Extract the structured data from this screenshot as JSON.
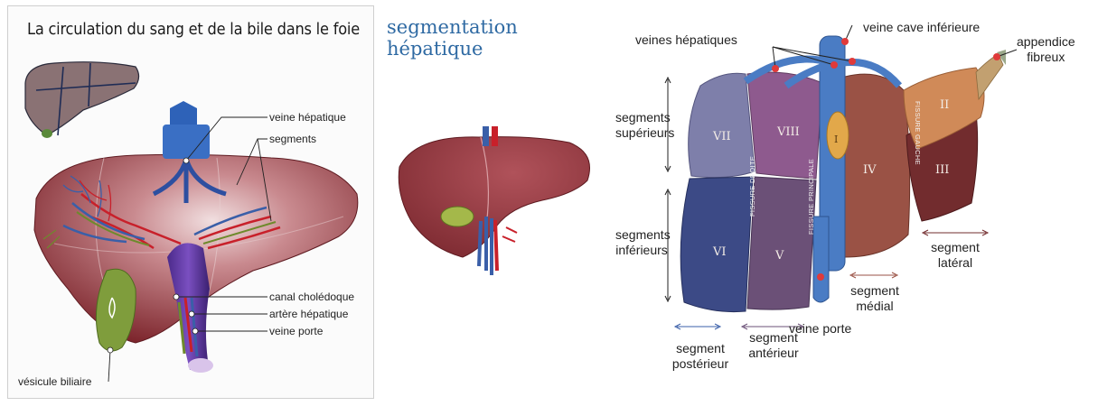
{
  "left": {
    "title": "La circulation du sang et de la bile dans le foie",
    "labels": {
      "veine_hepatique": "veine hépatique",
      "segments": "segments",
      "canal_choledoque": "canal cholédoque",
      "artere_hepatique": "artère hépatique",
      "veine_porte": "veine porte",
      "vesicule_biliaire": "vésicule biliaire"
    }
  },
  "middle": {
    "title": "segmentation hépatique"
  },
  "right": {
    "labels": {
      "veines_hepatiques": "veines hépatiques",
      "veine_cave_inferieure": "veine cave inférieure",
      "appendice_fibreux_1": "appendice",
      "appendice_fibreux_2": "fibreux",
      "segments_superieurs_1": "segments",
      "segments_superieurs_2": "supérieurs",
      "segments_inferieurs_1": "segments",
      "segments_inferieurs_2": "inférieurs",
      "segment_lateral_1": "segment",
      "segment_lateral_2": "latéral",
      "segment_medial_1": "segment",
      "segment_medial_2": "médial",
      "veine_porte": "veine porte",
      "segment_anterieur_1": "segment",
      "segment_anterieur_2": "antérieur",
      "segment_posterieur_1": "segment",
      "segment_posterieur_2": "postérieur"
    },
    "segments": {
      "s1": "I",
      "s2": "II",
      "s3": "III",
      "s4": "IV",
      "s5": "V",
      "s6": "VI",
      "s7": "VII",
      "s8": "VIII"
    },
    "fissures": {
      "droite": "FISSURE DROITE",
      "principale": "FISSURE PRINCIPALE",
      "gauche": "FISSURE GAUCHE"
    }
  },
  "colors": {
    "liver": "#8e2f35",
    "vein_blue": "#3a5fa8",
    "artery_red": "#c8202a",
    "bile_green": "#6e8a2c",
    "title_blue": "#2f6aa3",
    "marker_red": "#e03a3a"
  }
}
